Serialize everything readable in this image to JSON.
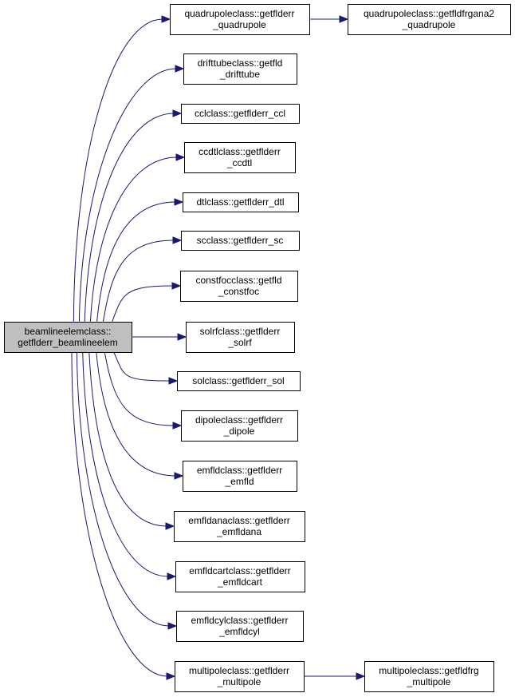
{
  "nodes": {
    "root": [
      "beamlineelemclass::",
      "getflderr_beamlineelem"
    ],
    "quadrupole": [
      "quadrupoleclass::getflderr",
      "_quadrupole"
    ],
    "quadrupole_frg": [
      "quadrupoleclass::getfldfrgana2",
      "_quadrupole"
    ],
    "drifttube": [
      "drifttubeclass::getfld",
      "_drifttube"
    ],
    "ccl": [
      "cclclass::getflderr_ccl"
    ],
    "ccdtl": [
      "ccdtlclass::getflderr",
      "_ccdtl"
    ],
    "dtl": [
      "dtlclass::getflderr_dtl"
    ],
    "sc": [
      "scclass::getflderr_sc"
    ],
    "constfoc": [
      "constfocclass::getfld",
      "_constfoc"
    ],
    "solrf": [
      "solrfclass::getflderr",
      "_solrf"
    ],
    "sol": [
      "solclass::getflderr_sol"
    ],
    "dipole": [
      "dipoleclass::getflderr",
      "_dipole"
    ],
    "emfld": [
      "emfldclass::getflderr",
      "_emfld"
    ],
    "emfldana": [
      "emfldanaclass::getflderr",
      "_emfldana"
    ],
    "emfldcart": [
      "emfldcartclass::getflderr",
      "_emfldcart"
    ],
    "emfldcyl": [
      "emfldcylclass::getflderr",
      "_emfldcyl"
    ],
    "multipole": [
      "multipoleclass::getflderr",
      "_multipole"
    ],
    "multipole_frg": [
      "multipoleclass::getfldfrg",
      "_multipole"
    ]
  },
  "edges": [
    [
      "root",
      "quadrupole"
    ],
    [
      "root",
      "drifttube"
    ],
    [
      "root",
      "ccl"
    ],
    [
      "root",
      "ccdtl"
    ],
    [
      "root",
      "dtl"
    ],
    [
      "root",
      "sc"
    ],
    [
      "root",
      "constfoc"
    ],
    [
      "root",
      "solrf"
    ],
    [
      "root",
      "sol"
    ],
    [
      "root",
      "dipole"
    ],
    [
      "root",
      "emfld"
    ],
    [
      "root",
      "emfldana"
    ],
    [
      "root",
      "emfldcart"
    ],
    [
      "root",
      "emfldcyl"
    ],
    [
      "root",
      "multipole"
    ],
    [
      "quadrupole",
      "quadrupole_frg"
    ],
    [
      "multipole",
      "multipole_frg"
    ]
  ]
}
